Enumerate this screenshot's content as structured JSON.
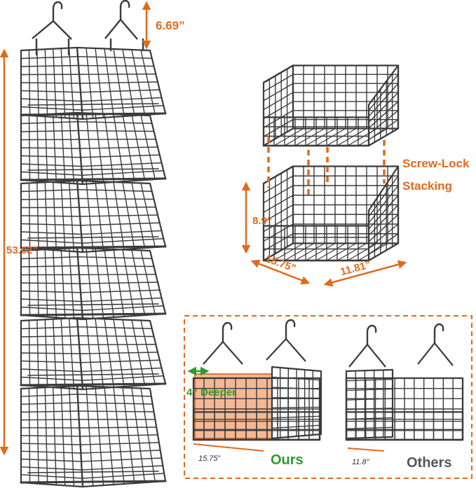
{
  "colors": {
    "wire": "#3b3b3b",
    "accent": "#e06a1b",
    "ours_green": "#2e9a2e",
    "others_gray": "#555555",
    "highlight_fill": "#f0a070"
  },
  "dimensions": {
    "hanger_height": "6.69”",
    "total_height": "53.62”",
    "basket_height": "8.9”",
    "basket_depth": "15.75”",
    "basket_width": "11.81”"
  },
  "stacking": {
    "line1": "Screw-Lock",
    "line2": "Stacking"
  },
  "comparison": {
    "deeper_label": "4” Deeper",
    "ours_depth": "15.75”",
    "ours_label": "Ours",
    "others_depth": "11.8”",
    "others_label": "Others"
  }
}
